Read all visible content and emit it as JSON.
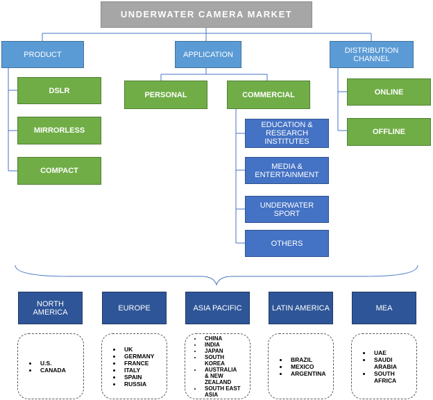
{
  "title": "UNDERWATER CAMERA MARKET",
  "level1": {
    "product": "PRODUCT",
    "application": "APPLICATION",
    "distribution": "DISTRIBUTION CHANNEL"
  },
  "product": [
    "DSLR",
    "MIRRORLESS",
    "COMPACT"
  ],
  "application": {
    "personal": "PERSONAL",
    "commercial": "COMMERCIAL",
    "commercial_items": [
      "EDUCATION & RESEARCH INSTITUTES",
      "MEDIA & ENTERTAINMENT",
      "UNDERWATER SPORT",
      "OTHERS"
    ]
  },
  "distribution": [
    "ONLINE",
    "OFFLINE"
  ],
  "regions": [
    {
      "name": "NORTH AMERICA",
      "countries": [
        "U.S.",
        "CANADA"
      ]
    },
    {
      "name": "EUROPE",
      "countries": [
        "UK",
        "GERMANY",
        "FRANCE",
        "ITALY",
        "SPAIN",
        "RUSSIA"
      ]
    },
    {
      "name": "ASIA PACIFIC",
      "countries": [
        "CHINA",
        "INDIA",
        "JAPAN",
        "SOUTH KOREA",
        "AUSTRALIA & NEW ZEALAND",
        "SOUTH EAST ASIA"
      ]
    },
    {
      "name": "LATIN AMERICA",
      "countries": [
        "BRAZIL",
        "MEXICO",
        "ARGENTINA"
      ]
    },
    {
      "name": "MEA",
      "countries": [
        "UAE",
        "SAUDI ARABIA",
        "SOUTH AFRICA"
      ]
    }
  ],
  "colors": {
    "title_bg": "#a6a6a6",
    "level1_bg": "#5b9bd5",
    "leaf_green": "#70ad47",
    "commercial_blue": "#4472c4",
    "region_bg": "#2e5597",
    "connector": "#4472c4"
  }
}
